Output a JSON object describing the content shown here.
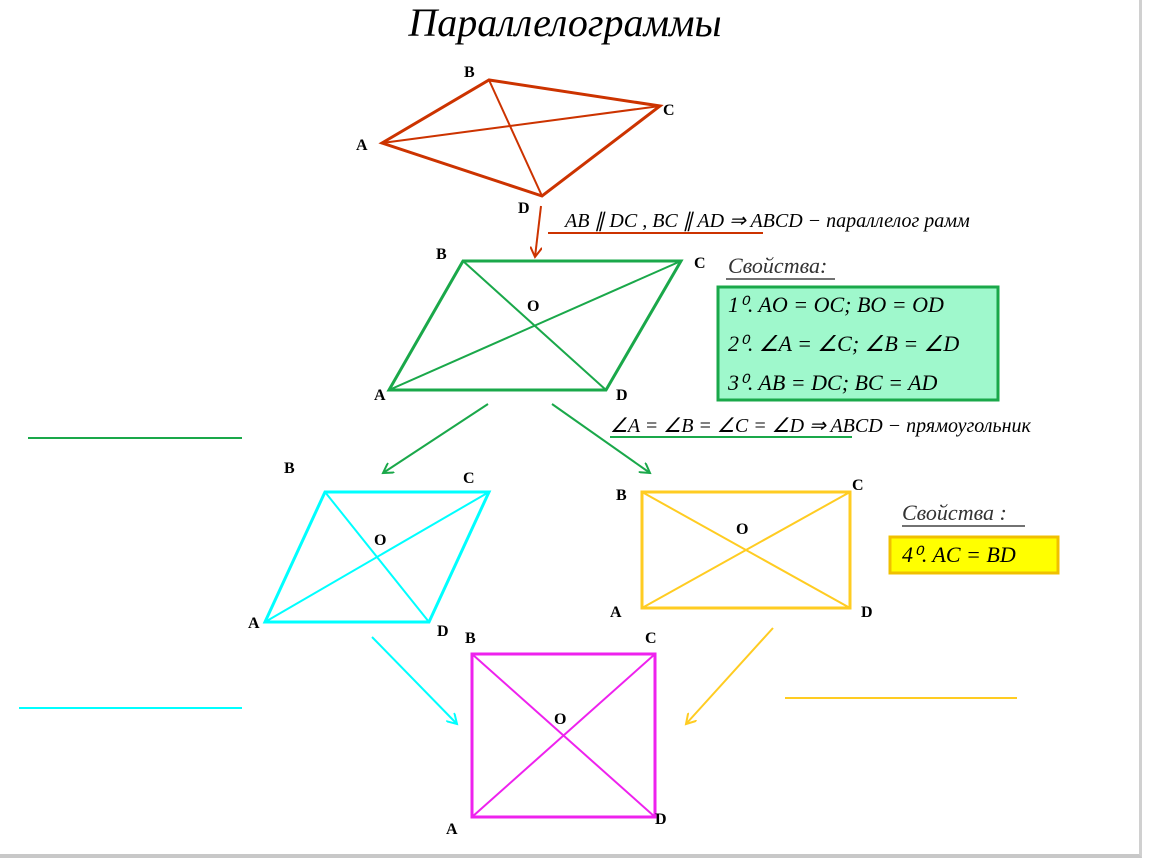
{
  "title": "Параллелограммы",
  "colors": {
    "quad": "#cc3300",
    "parallelogram": "#1aa84a",
    "rhombus": "#00ffff",
    "rectangle": "#ffcc22",
    "square": "#ee22ee",
    "props_fill": "#9ff8cc",
    "yellow_fill": "#ffff00"
  },
  "quadrilateral": {
    "a": "A",
    "b": "B",
    "c": "C",
    "d": "D"
  },
  "parallelogram_condition": "AB ∥ DC , BC ∥ AD ⇒ ABCD − параллелог рамм",
  "parallelogram": {
    "a": "A",
    "b": "B",
    "c": "C",
    "d": "D",
    "o": "O"
  },
  "properties_heading": "Свойства:",
  "properties": [
    "1⁰. AO = OC; BO = OD",
    "2⁰. ∠A = ∠C; ∠B = ∠D",
    "3⁰. AB = DC; BC = AD"
  ],
  "rectangle_condition": "∠A = ∠B = ∠C = ∠D ⇒ ABCD − прямоугольник",
  "rhombus": {
    "a": "A",
    "b": "B",
    "c": "C",
    "d": "D",
    "o": "O"
  },
  "rectangle": {
    "a": "A",
    "b": "B",
    "c": "C",
    "d": "D",
    "o": "O"
  },
  "rectangle_properties_heading": "Свойства :",
  "rectangle_properties": [
    "4⁰. AC = BD"
  ],
  "square": {
    "a": "A",
    "b": "B",
    "c": "C",
    "d": "D",
    "o": "O"
  }
}
